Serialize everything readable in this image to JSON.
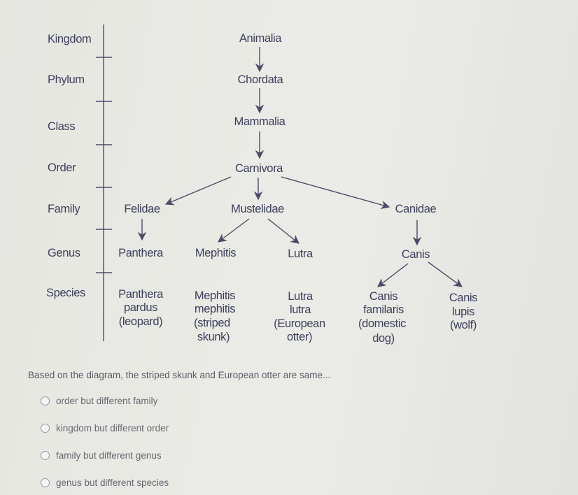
{
  "ranks": [
    "Kingdom",
    "Phylum",
    "Class",
    "Order",
    "Family",
    "Genus",
    "Species"
  ],
  "nodes": {
    "kingdom": "Animalia",
    "phylum": "Chordata",
    "class": "Mammalia",
    "order": "Carnivora",
    "family_felidae": "Felidae",
    "family_mustelidae": "Mustelidae",
    "family_canidae": "Canidae",
    "genus_panthera": "Panthera",
    "genus_mephitis": "Mephitis",
    "genus_lutra": "Lutra",
    "genus_canis": "Canis"
  },
  "species": {
    "leopard": [
      "Panthera",
      "pardus",
      "(leopard)"
    ],
    "skunk": [
      "Mephitis",
      "mephitis",
      "(striped",
      "skunk)"
    ],
    "otter": [
      "Lutra",
      "lutra",
      "(European",
      "otter)"
    ],
    "dog": [
      "Canis",
      "familaris",
      "(domestic",
      "dog)"
    ],
    "wolf": [
      "Canis",
      "lupis",
      "(wolf)"
    ]
  },
  "question": "Based on the diagram, the striped skunk and European otter are same...",
  "options": [
    "order but different family",
    "kingdom but different order",
    "family but different genus",
    "genus but different species"
  ]
}
